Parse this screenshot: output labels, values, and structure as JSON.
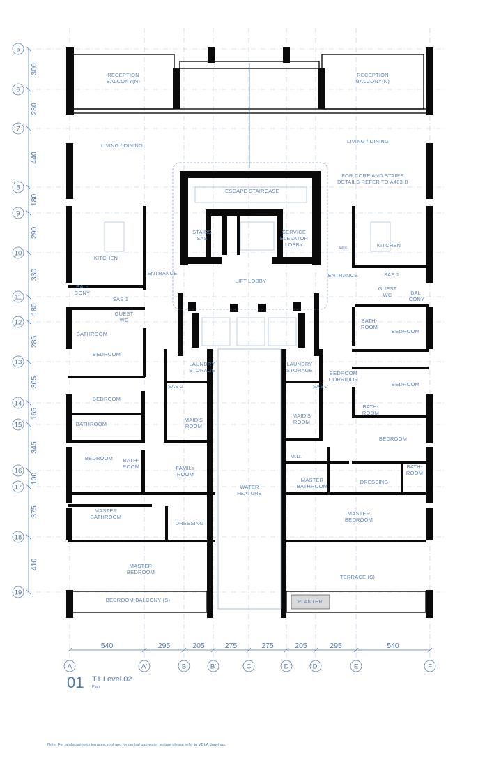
{
  "drawing": {
    "number": "01",
    "title": "T1 Level 02",
    "subtitle": "Plan",
    "note": "Note: For landscaping to terraces, roof and for central gap water feature please refer to VDLA drawings."
  },
  "grid_rows": [
    {
      "label": "5",
      "dim_after": "300"
    },
    {
      "label": "6",
      "dim_after": "280"
    },
    {
      "label": "7",
      "dim_after": "440"
    },
    {
      "label": "8",
      "dim_after": "180"
    },
    {
      "label": "9",
      "dim_after": "290"
    },
    {
      "label": "10",
      "dim_after": "330"
    },
    {
      "label": "11",
      "dim_after": "180"
    },
    {
      "label": "12",
      "dim_after": "285"
    },
    {
      "label": "13",
      "dim_after": "305"
    },
    {
      "label": "14",
      "dim_after": "165"
    },
    {
      "label": "15",
      "dim_after": "345"
    },
    {
      "label": "16",
      "dim_after": "100"
    },
    {
      "label": "17",
      "dim_after": "375"
    },
    {
      "label": "18",
      "dim_after": "410"
    },
    {
      "label": "19",
      "dim_after": ""
    }
  ],
  "grid_cols": [
    {
      "label": "A",
      "dim_after": "540"
    },
    {
      "label": "A'",
      "dim_after": "295"
    },
    {
      "label": "B",
      "dim_after": "205"
    },
    {
      "label": "B'",
      "dim_after": "275"
    },
    {
      "label": "C",
      "dim_after": "275"
    },
    {
      "label": "D",
      "dim_after": "205"
    },
    {
      "label": "D'",
      "dim_after": "295"
    },
    {
      "label": "E",
      "dim_after": "540"
    },
    {
      "label": "F",
      "dim_after": ""
    }
  ],
  "rooms": {
    "reception_balcony_n_left": {
      "name": [
        "RECEPTION",
        "BALCONY(N)"
      ]
    },
    "reception_balcony_n_right": {
      "name": [
        "RECEPTION",
        "BALCONY(N)"
      ]
    },
    "living_dining_left": {
      "name": [
        "LIVING / DINING"
      ]
    },
    "living_dining_right": {
      "name": [
        "LIVING / DINING"
      ]
    },
    "core_note": {
      "name": [
        "FOR CORE AND STAIRS",
        "DETAILS REFER TO A403-B"
      ]
    },
    "escape_staircase": {
      "name": [
        "ESCAPE STAIRCASE"
      ]
    },
    "stairs_sas": {
      "name": [
        "STAIRS",
        "SAS"
      ]
    },
    "service_elevator_lobby": {
      "name": [
        "SERVICE",
        "ELEVATOR",
        "LOBBY"
      ]
    },
    "lift_lobby": {
      "name": [
        "LIFT LOBBY"
      ]
    },
    "entrance_left": {
      "name": [
        "ENTRANCE"
      ]
    },
    "entrance_right": {
      "name": [
        "ENTRANCE"
      ]
    },
    "kitchen_left": {
      "name": [
        "KITCHEN"
      ]
    },
    "kitchen_right": {
      "name": [
        "KITCHEN"
      ]
    },
    "sas1_left": {
      "name": [
        "SAS 1"
      ]
    },
    "sas1_right": {
      "name": [
        "SAS 1"
      ]
    },
    "sas2_left": {
      "name": [
        "SAS 2"
      ]
    },
    "sas2_right": {
      "name": [
        "SAS 2"
      ]
    },
    "guest_wc_left": {
      "name": [
        "GUEST",
        "WC"
      ]
    },
    "guest_wc_right": {
      "name": [
        "GUEST",
        "WC"
      ]
    },
    "balcony_left": {
      "name": [
        "BAL-",
        "CONY"
      ]
    },
    "balcony_right": {
      "name": [
        "BAL-",
        "CONY"
      ]
    },
    "bathroom_l1": {
      "name": [
        "BATHROOM"
      ]
    },
    "bedroom_l1": {
      "name": [
        "BEDROOM"
      ]
    },
    "bedroom_l2": {
      "name": [
        "BEDROOM"
      ]
    },
    "bathroom_l2": {
      "name": [
        "BATHROOM"
      ]
    },
    "bedroom_l3": {
      "name": [
        "BEDROOM"
      ]
    },
    "bathroom_l3": {
      "name": [
        "BATH-",
        "ROOM"
      ]
    },
    "family_room": {
      "name": [
        "FAMILY",
        "ROOM"
      ]
    },
    "master_bathroom_left": {
      "name": [
        "MASTER",
        "BATHROOM"
      ]
    },
    "dressing_left": {
      "name": [
        "DRESSING"
      ]
    },
    "master_bedroom_left": {
      "name": [
        "MASTER",
        "BEDROOM"
      ]
    },
    "bedroom_balcony_s": {
      "name": [
        "BEDROOM BALCONY (S)"
      ]
    },
    "laundry_left": {
      "name": [
        "LAUNDRY",
        "STORAGE"
      ]
    },
    "laundry_right": {
      "name": [
        "LAUNDRY",
        "STORAGE"
      ]
    },
    "maids_room_left": {
      "name": [
        "MAID'S",
        "ROOM"
      ]
    },
    "maids_room_right": {
      "name": [
        "MAID'S",
        "ROOM"
      ]
    },
    "water_feature": {
      "name": [
        "WATER",
        "FEATURE"
      ]
    },
    "bedroom_corridor": {
      "name": [
        "BEDROOM",
        "CORRIDOR"
      ]
    },
    "bathroom_r1": {
      "name": [
        "BATH-",
        "ROOM"
      ]
    },
    "bedroom_r1": {
      "name": [
        "BEDROOM"
      ]
    },
    "bedroom_r2": {
      "name": [
        "BEDROOM"
      ]
    },
    "bathroom_r2": {
      "name": [
        "BATH-",
        "ROOM"
      ]
    },
    "bedroom_r3": {
      "name": [
        "BEDROOM"
      ]
    },
    "md_r": {
      "name": [
        "M.D."
      ]
    },
    "master_bathroom_right": {
      "name": [
        "MASTER",
        "BATHROOM"
      ]
    },
    "dressing_right": {
      "name": [
        "DRESSING"
      ]
    },
    "bathroom_r3": {
      "name": [
        "BATH-",
        "ROOM"
      ]
    },
    "master_bedroom_right": {
      "name": [
        "MASTER",
        "BEDROOM"
      ]
    },
    "terrace_s": {
      "name": [
        "TERRACE (S)"
      ]
    },
    "planter": {
      "name": [
        "PLANTER"
      ]
    },
    "a450": {
      "name": [
        "A450"
      ]
    }
  }
}
